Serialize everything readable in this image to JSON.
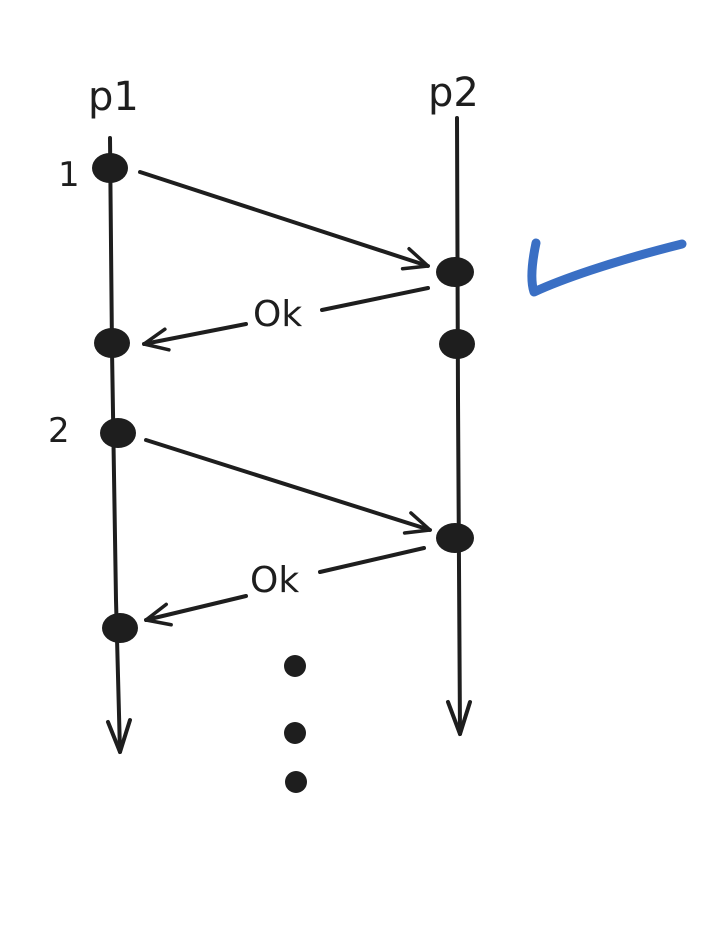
{
  "colors": {
    "ink": "#1e1e1e",
    "check": "#3a6fc4",
    "background": "#ffffff"
  },
  "processes": [
    {
      "label": "p1"
    },
    {
      "label": "p2"
    }
  ],
  "message_numbers": [
    "1",
    "2"
  ],
  "replies": [
    {
      "label": "Ok"
    },
    {
      "label": "Ok"
    }
  ],
  "icons": {
    "checkmark": "checkmark-icon",
    "continuation": "vertical-ellipsis-icon"
  }
}
